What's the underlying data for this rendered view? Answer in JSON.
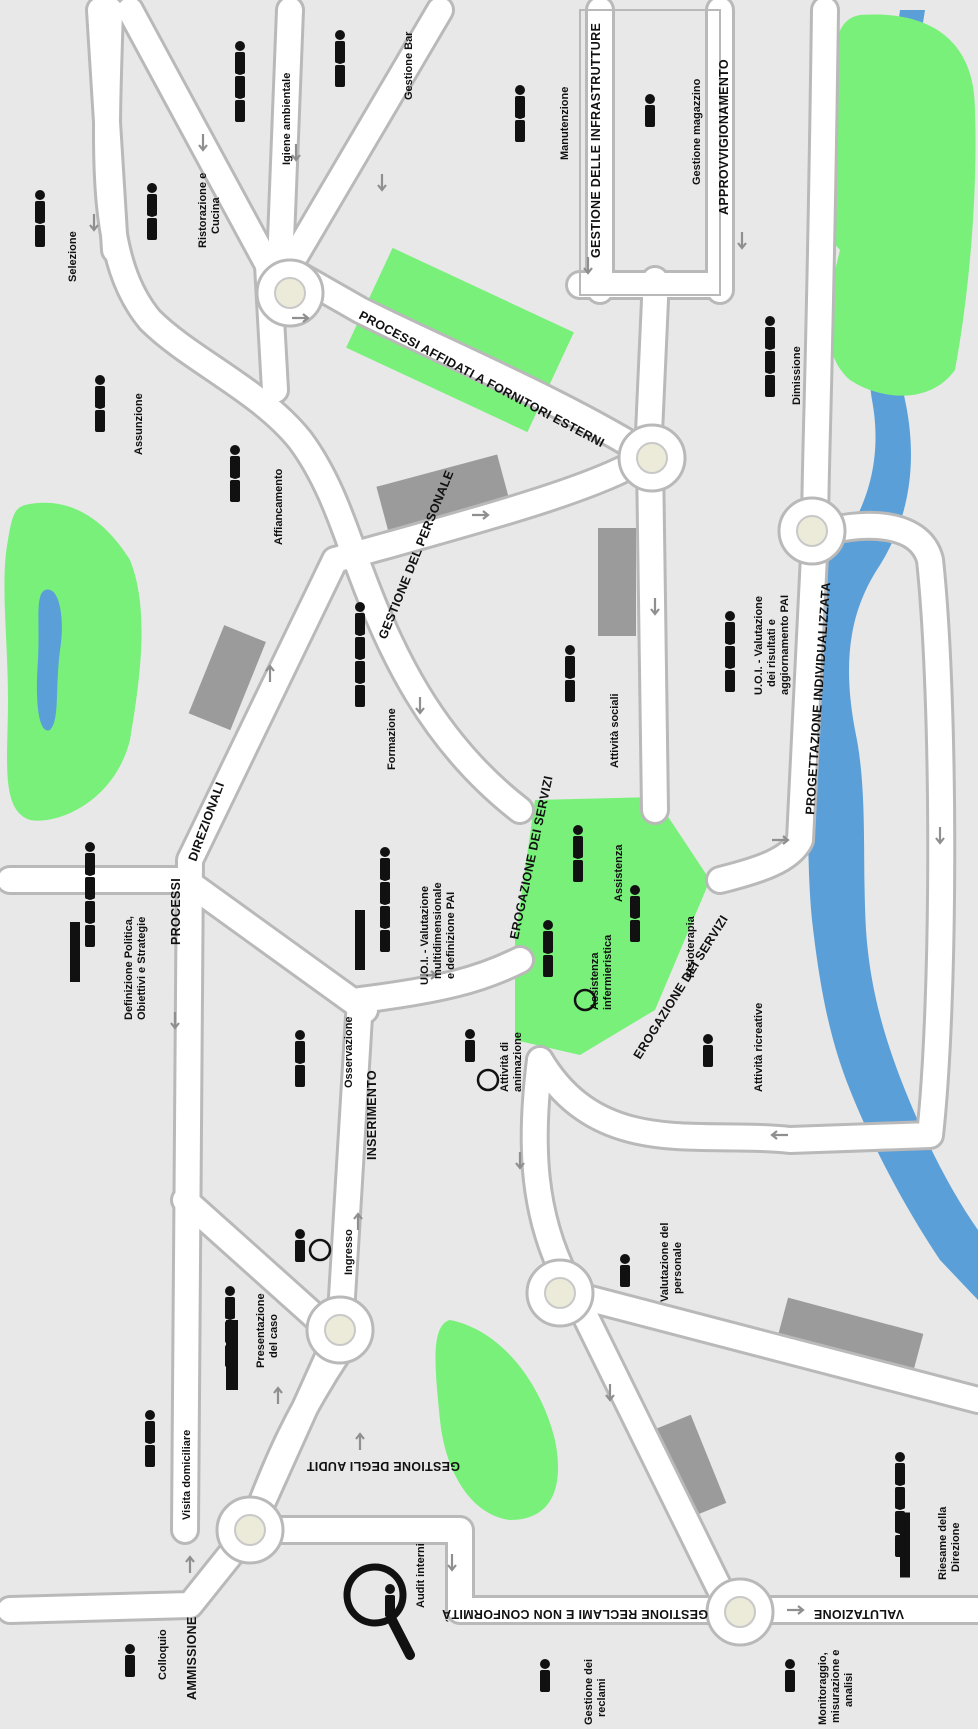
{
  "colors": {
    "ground": "#e8e8e8",
    "road": "#ffffff",
    "road_edge": "#b9b9b9",
    "green": "#78f07a",
    "water": "#5b9fd9",
    "building": "#9b9b9b",
    "roundabout_center": "#ecebd9",
    "ink": "#111111"
  },
  "road_labels": {
    "ammissione": "AMMISSIONE",
    "processi": "PROCESSI",
    "direzionali": "DIREZIONALI",
    "gestione_personale": "GESTIONE DEL PERSONALE",
    "processi_affidati": "PROCESSI AFFIDATI A FORNITORI ESTERNI",
    "infrastrutture": "GESTIONE DELLE INFRASTRUTTURE",
    "approvvigionamento": "APPROVVIGIONAMENTO",
    "inserimento": "INSERIMENTO",
    "erogazione_1": "EROGAZIONE DEI SERVIZI",
    "erogazione_2": "EROGAZIONE DEI SERVIZI",
    "progettazione": "PROGETTAZIONE INDIVIDUALIZZATA",
    "gestione_audit": "GESTIONE DEGLI AUDIT",
    "gestione_reclami": "GESTIONE RECLAMI E NON CONFORMITÀ",
    "valutazione": "VALUTAZIONE"
  },
  "stations": {
    "selezione": "Selezione",
    "ristorazione": [
      "Ristorazione e",
      "Cucina"
    ],
    "igiene": "Igiene ambientale",
    "bar": "Gestione Bar",
    "manutenzione": "Manutenzione",
    "magazzino": "Gestione magazzino",
    "assunzione": "Assunzione",
    "affiancamento": "Affiancamento",
    "dimissione": "Dimissione",
    "formazione": "Formazione",
    "attivita_sociali": "Attività sociali",
    "uoi_risultati": [
      "U.O.I. - Valutazione",
      "dei risultati e",
      "aggiornamento PAI"
    ],
    "definizione_politica": [
      "Definizione Politica,",
      "Obiettivi e Strategie"
    ],
    "uoi_multidim": [
      "U.O.I. - Valutazione",
      "multidimensionale",
      "e definizione PAI"
    ],
    "assistenza": "Assistenza",
    "assistenza_inf": [
      "Assistenza",
      "infermieristica"
    ],
    "fisioterapia": "Fisioterapia",
    "osservazione": "Osservazione",
    "animazione": [
      "Attività di",
      "animazione"
    ],
    "ricreative": "Attività ricreative",
    "ingresso": "Ingresso",
    "valutazione_personale": [
      "Valutazione del",
      "personale"
    ],
    "presentazione": [
      "Presentazione",
      "del caso"
    ],
    "visita": "Visita domiciliare",
    "audit_interni": "Audit interni",
    "riesame": [
      "Riesame della",
      "Direzione"
    ],
    "colloquio": "Colloquio",
    "reclami": [
      "Gestione dei",
      "reclami"
    ],
    "monitoraggio": [
      "Monitoraggio,",
      "misurazione e",
      "analisi"
    ]
  }
}
